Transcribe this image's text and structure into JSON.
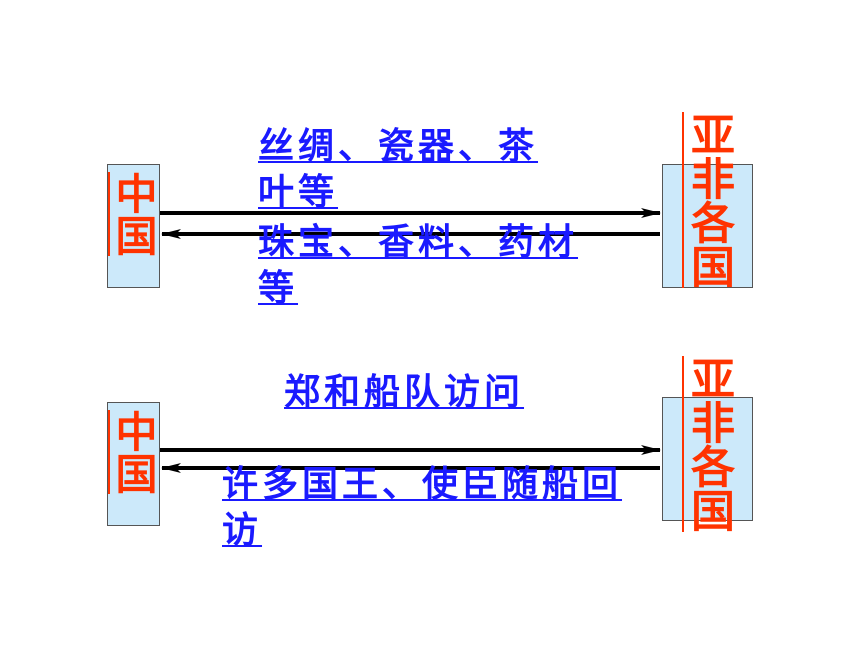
{
  "exchange_top": {
    "left_label": "中国",
    "right_label": "亚非各国",
    "outbound_text": "丝绸、瓷器、茶叶等",
    "inbound_text": "珠宝、香料、药材等"
  },
  "exchange_bottom": {
    "left_label": "中国",
    "right_label": "亚非各国",
    "outbound_text": "郑和船队访问",
    "inbound_text": "许多国王、使臣随船回访"
  },
  "colors": {
    "box_fill": "#cce9fa",
    "region_label": "#ff3300",
    "flow_text": "#1a1aff",
    "arrow": "#000000"
  }
}
